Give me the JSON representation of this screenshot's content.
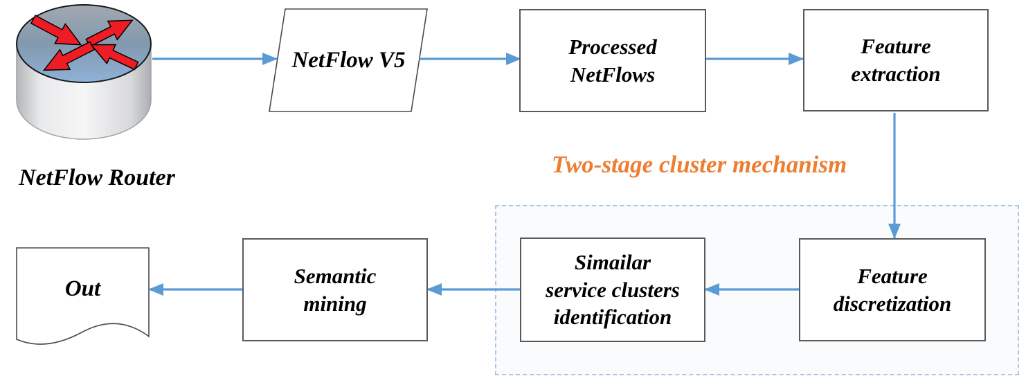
{
  "colors": {
    "arrow": "#5B9BD5",
    "box_border": "#595959",
    "heading": "#ED7D31",
    "dashed_border": "#A9C7E2",
    "router_red": "#EE1C25"
  },
  "heading": {
    "text": "Two-stage cluster mechanism"
  },
  "icons": {
    "router": "netflow-router-cylinder-icon"
  },
  "nodes": {
    "router": {
      "label": "NetFlow Router"
    },
    "netflow_v5": {
      "label": "NetFlow V5"
    },
    "processed_netflows": {
      "lines": [
        "Processed",
        "NetFlows"
      ]
    },
    "feature_extraction": {
      "lines": [
        "Feature",
        "extraction"
      ]
    },
    "feature_discretization": {
      "lines": [
        "Feature",
        "discretization"
      ]
    },
    "similar_clusters": {
      "lines": [
        "Simailar",
        "service clusters",
        "identification"
      ]
    },
    "semantic_mining": {
      "lines": [
        "Semantic",
        "mining"
      ]
    },
    "out": {
      "label": "Out"
    }
  },
  "edges": [
    {
      "from": "router",
      "to": "netflow_v5"
    },
    {
      "from": "netflow_v5",
      "to": "processed_netflows"
    },
    {
      "from": "processed_netflows",
      "to": "feature_extraction"
    },
    {
      "from": "feature_extraction",
      "to": "feature_discretization"
    },
    {
      "from": "feature_discretization",
      "to": "similar_clusters"
    },
    {
      "from": "similar_clusters",
      "to": "semantic_mining"
    },
    {
      "from": "semantic_mining",
      "to": "out"
    }
  ]
}
